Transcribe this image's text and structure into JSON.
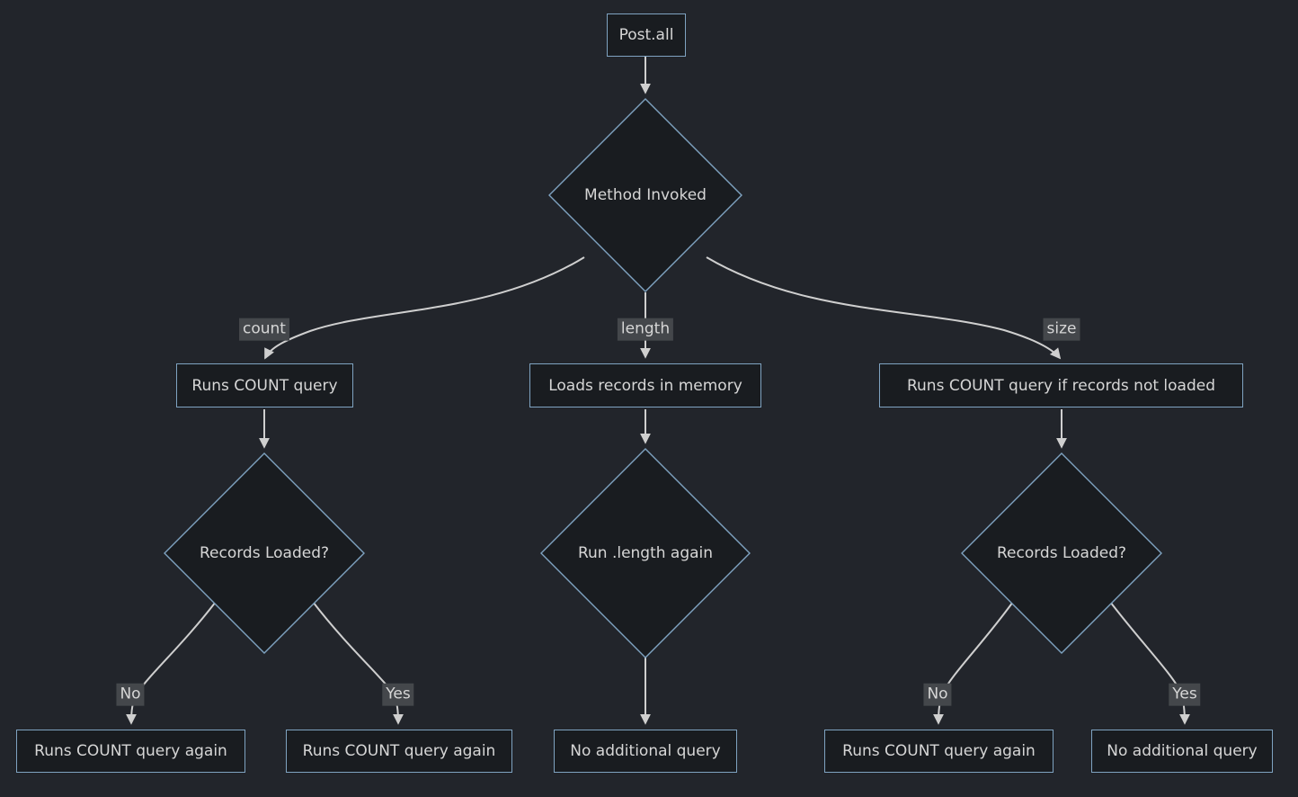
{
  "diagram_type": "flowchart",
  "colors": {
    "background": "#22252b",
    "node_fill": "#191c20",
    "node_border": "#7fa3c1",
    "node_text": "#d6d6d6",
    "edge_line": "#cfcfcf",
    "edge_label_bg": "#44474b",
    "edge_label_text": "#d6d6d6"
  },
  "nodes": {
    "post_all": "Post.all",
    "method_invoked": "Method Invoked",
    "runs_count_query": "Runs COUNT query",
    "loads_records_in_memory": "Loads records in memory",
    "runs_count_query_if_not_loaded": "Runs COUNT query if records not loaded",
    "records_loaded_left": "Records Loaded?",
    "run_length_again": "Run .length again",
    "records_loaded_right": "Records Loaded?",
    "runs_count_query_again_no": "Runs COUNT query again",
    "runs_count_query_again_yes": "Runs COUNT query again",
    "no_additional_query_mid": "No additional query",
    "runs_count_query_again_right": "Runs COUNT query again",
    "no_additional_query_right": "No additional query"
  },
  "edge_labels": {
    "count": "count",
    "length": "length",
    "size": "size",
    "no_left": "No",
    "yes_left": "Yes",
    "no_right": "No",
    "yes_right": "Yes"
  }
}
